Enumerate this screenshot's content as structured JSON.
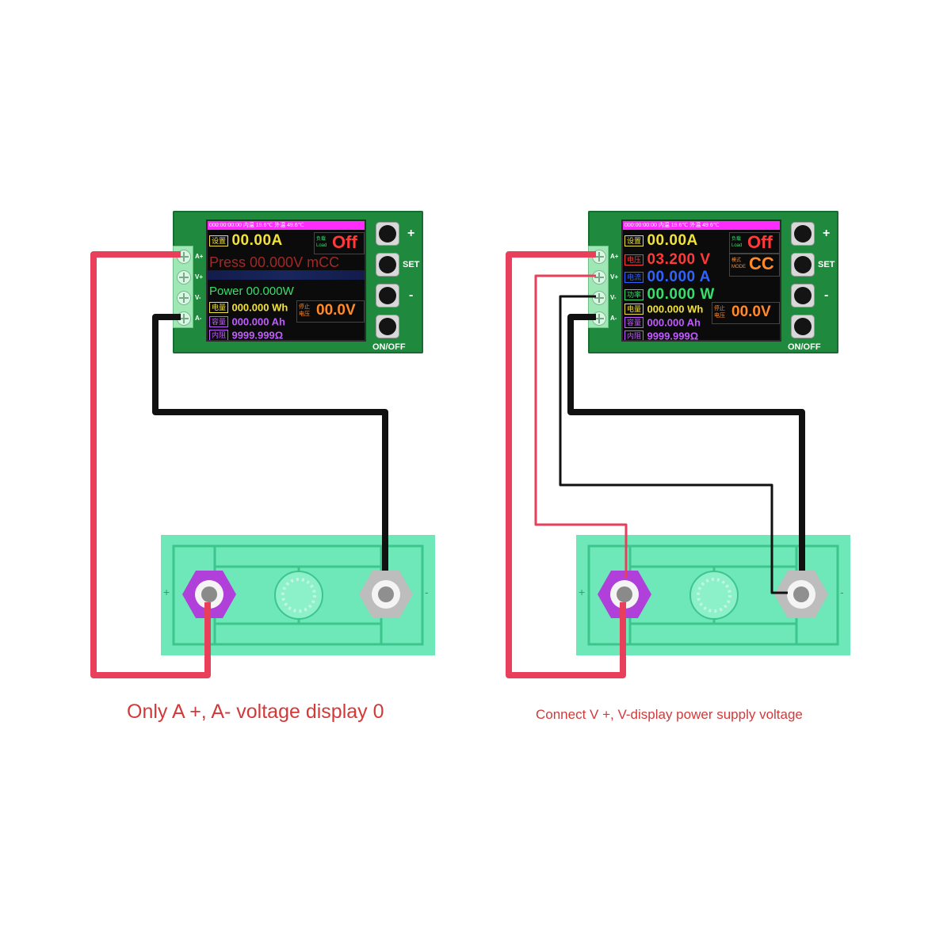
{
  "diagrams": [
    {
      "id": "left",
      "caption": "Only A +, A- voltage display 0",
      "pins": [
        "A+",
        "V+",
        "V-",
        "A-"
      ],
      "buttons": {
        "plus": "+",
        "set": "SET",
        "minus": "-",
        "onoff": "ON/OFF"
      },
      "lcd": {
        "topbar": "000:00:00:00  内温 19.6℃   外温 49.6℃",
        "set_label": "设置",
        "set_value": "00.00A",
        "load_label": "负载 Load",
        "state": "Off",
        "line2": "Press 00.000V",
        "line2_mode": "mCC",
        "line3": "Power 00.000W",
        "energy_label": "电量",
        "energy_value": "000.000 Wh",
        "capacity_label": "容量",
        "capacity_value": "000.000 Ah",
        "res_label": "内阻",
        "res_value": "9999.999Ω",
        "cutoff_label": "停止 电压",
        "cutoff_value": "00.0V"
      }
    },
    {
      "id": "right",
      "caption": "Connect V +, V-display power supply voltage",
      "pins": [
        "A+",
        "V+",
        "V-",
        "A-"
      ],
      "buttons": {
        "plus": "+",
        "set": "SET",
        "minus": "-",
        "onoff": "ON/OFF"
      },
      "lcd": {
        "topbar": "000:00:00:00  内温 19.6℃   外温 49.6℃",
        "set_label": "设置",
        "set_value": "00.00A",
        "load_label": "负载 Load",
        "state": "Off",
        "volt_label": "电压",
        "volt_value": "03.200 V",
        "mode_label": "模式 MODE",
        "mode_value": "CC",
        "curr_label": "电流",
        "curr_value": "00.000 A",
        "power_label": "功率",
        "power_value": "00.000 W",
        "energy_label": "电量",
        "energy_value": "000.000 Wh",
        "capacity_label": "容量",
        "capacity_value": "000.000 Ah",
        "res_label": "内阻",
        "res_value": "9999.999Ω",
        "cutoff_label": "停止 电压",
        "cutoff_value": "00.0V"
      }
    }
  ],
  "battery_signs": {
    "pos": "+",
    "neg": "-"
  },
  "colors": {
    "board": "#1f8a3d",
    "battery": "#6ee8b8",
    "wire_red": "#e8405a",
    "wire_black": "#111111",
    "caption": "#d23a3a",
    "lcd_yellow": "#f3e23a",
    "lcd_red": "#ff3a3a",
    "lcd_orange": "#ff8a2a",
    "lcd_blue": "#2f63ff",
    "lcd_green": "#35e06a",
    "lcd_purple": "#c05cff"
  }
}
